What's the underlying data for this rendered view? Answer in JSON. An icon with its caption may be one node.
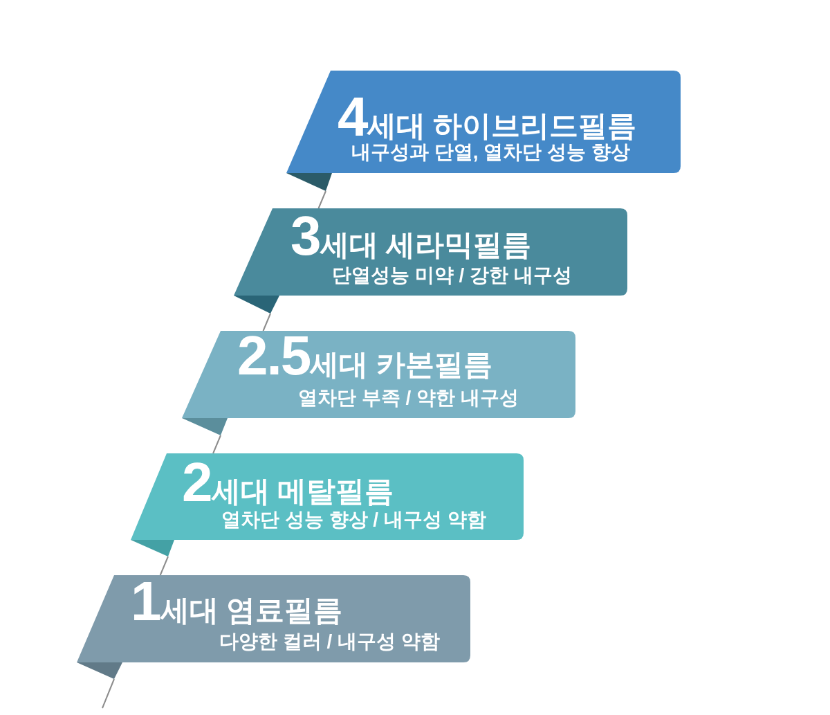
{
  "diagram": {
    "nodes": [
      {
        "text": [
          "**4**세대 하이브리드필름",
          "내구성과 단열, 열차단 성능 향상"
        ]
      },
      {
        "text": [
          "**3**세대 세라믹필름",
          "단열성능 미약 / 강한 내구성"
        ]
      },
      {
        "text": [
          "**2.5**세대 카본필름",
          "열차단 부족 / 약한 내구성"
        ]
      },
      {
        "text": [
          "**2**세대 메탈필름",
          "열차단 성능 향상 / 내구성 약함"
        ]
      },
      {
        "text": [
          "**1**세대 염료필름",
          "다양한 컬러 / 내구성 약함"
        ]
      }
    ],
    "edges": [
      {
        "from": 0,
        "to": 1,
        "arrow": "none"
      },
      {
        "from": 1,
        "to": 2,
        "arrow": "none"
      },
      {
        "from": 2,
        "to": 3,
        "arrow": "none"
      },
      {
        "from": 3,
        "to": 4,
        "arrow": "none"
      },
      {
        "from": 4,
        "to": null,
        "arrow": "none"
      }
    ]
  }
}
